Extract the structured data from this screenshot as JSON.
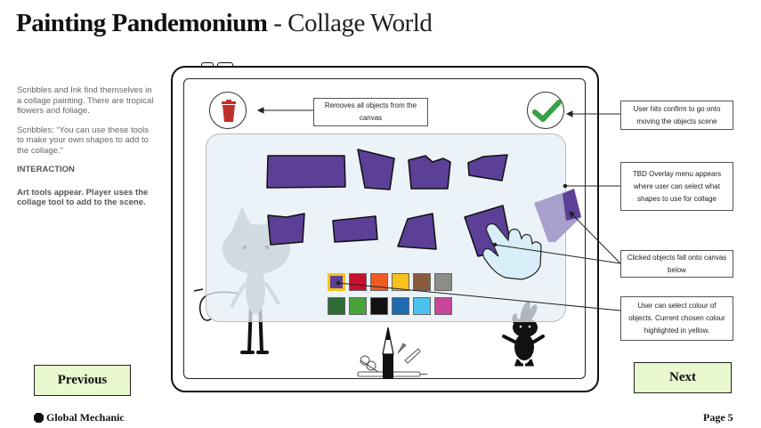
{
  "header": {
    "title_bold": "Painting Pandemonium",
    "title_rest": " - Collage World"
  },
  "description": {
    "para1": "Scribbles and Ink find themselves in a collage painting. There are tropical flowers and foliage.",
    "para2": "Scribbles: “You can use these tools to make your own shapes to add to the collage.”",
    "heading": "INTERACTION",
    "para3": "Art tools appear. Player uses the collage tool to add to the scene."
  },
  "callouts": {
    "remove": "Removes all objects from the canvas",
    "confirm": "User hits confirm to go onto moving the objects scene",
    "overlay": "TBD Overlay menu appears where user can select what shapes to use for collage",
    "fall": "Clicked objects fall onto canvas below",
    "colour": "User can select colour of objects. Current chosen colour highlighted in yellow."
  },
  "icons": {
    "trash": "trash-icon",
    "confirm": "checkmark-icon",
    "pointer": "hand-pointer-icon",
    "logo": "global-mechanic-logo-icon"
  },
  "colors": {
    "shape": "#5c3f96",
    "trash": "#c0302b",
    "check": "#3aa047",
    "nav_bg": "#e9f8cf",
    "highlight": "#f5c518"
  },
  "swatches": [
    {
      "color": "#5c3f96",
      "selected": true
    },
    {
      "color": "#c8102e",
      "selected": false
    },
    {
      "color": "#f05a23",
      "selected": false
    },
    {
      "color": "#f6c21b",
      "selected": false
    },
    {
      "color": "#8a5a3c",
      "selected": false
    },
    {
      "color": "#8c8c88",
      "selected": false
    },
    {
      "color": "#2e6b35",
      "selected": false
    },
    {
      "color": "#4aa23d",
      "selected": false
    },
    {
      "color": "#111111",
      "selected": false
    },
    {
      "color": "#1f6bb0",
      "selected": false
    },
    {
      "color": "#4cc3ef",
      "selected": false
    },
    {
      "color": "#c7469a",
      "selected": false
    }
  ],
  "nav": {
    "previous": "Previous",
    "next": "Next"
  },
  "footer": {
    "logo_text": "Global Mechanic",
    "page": "Page 5"
  }
}
